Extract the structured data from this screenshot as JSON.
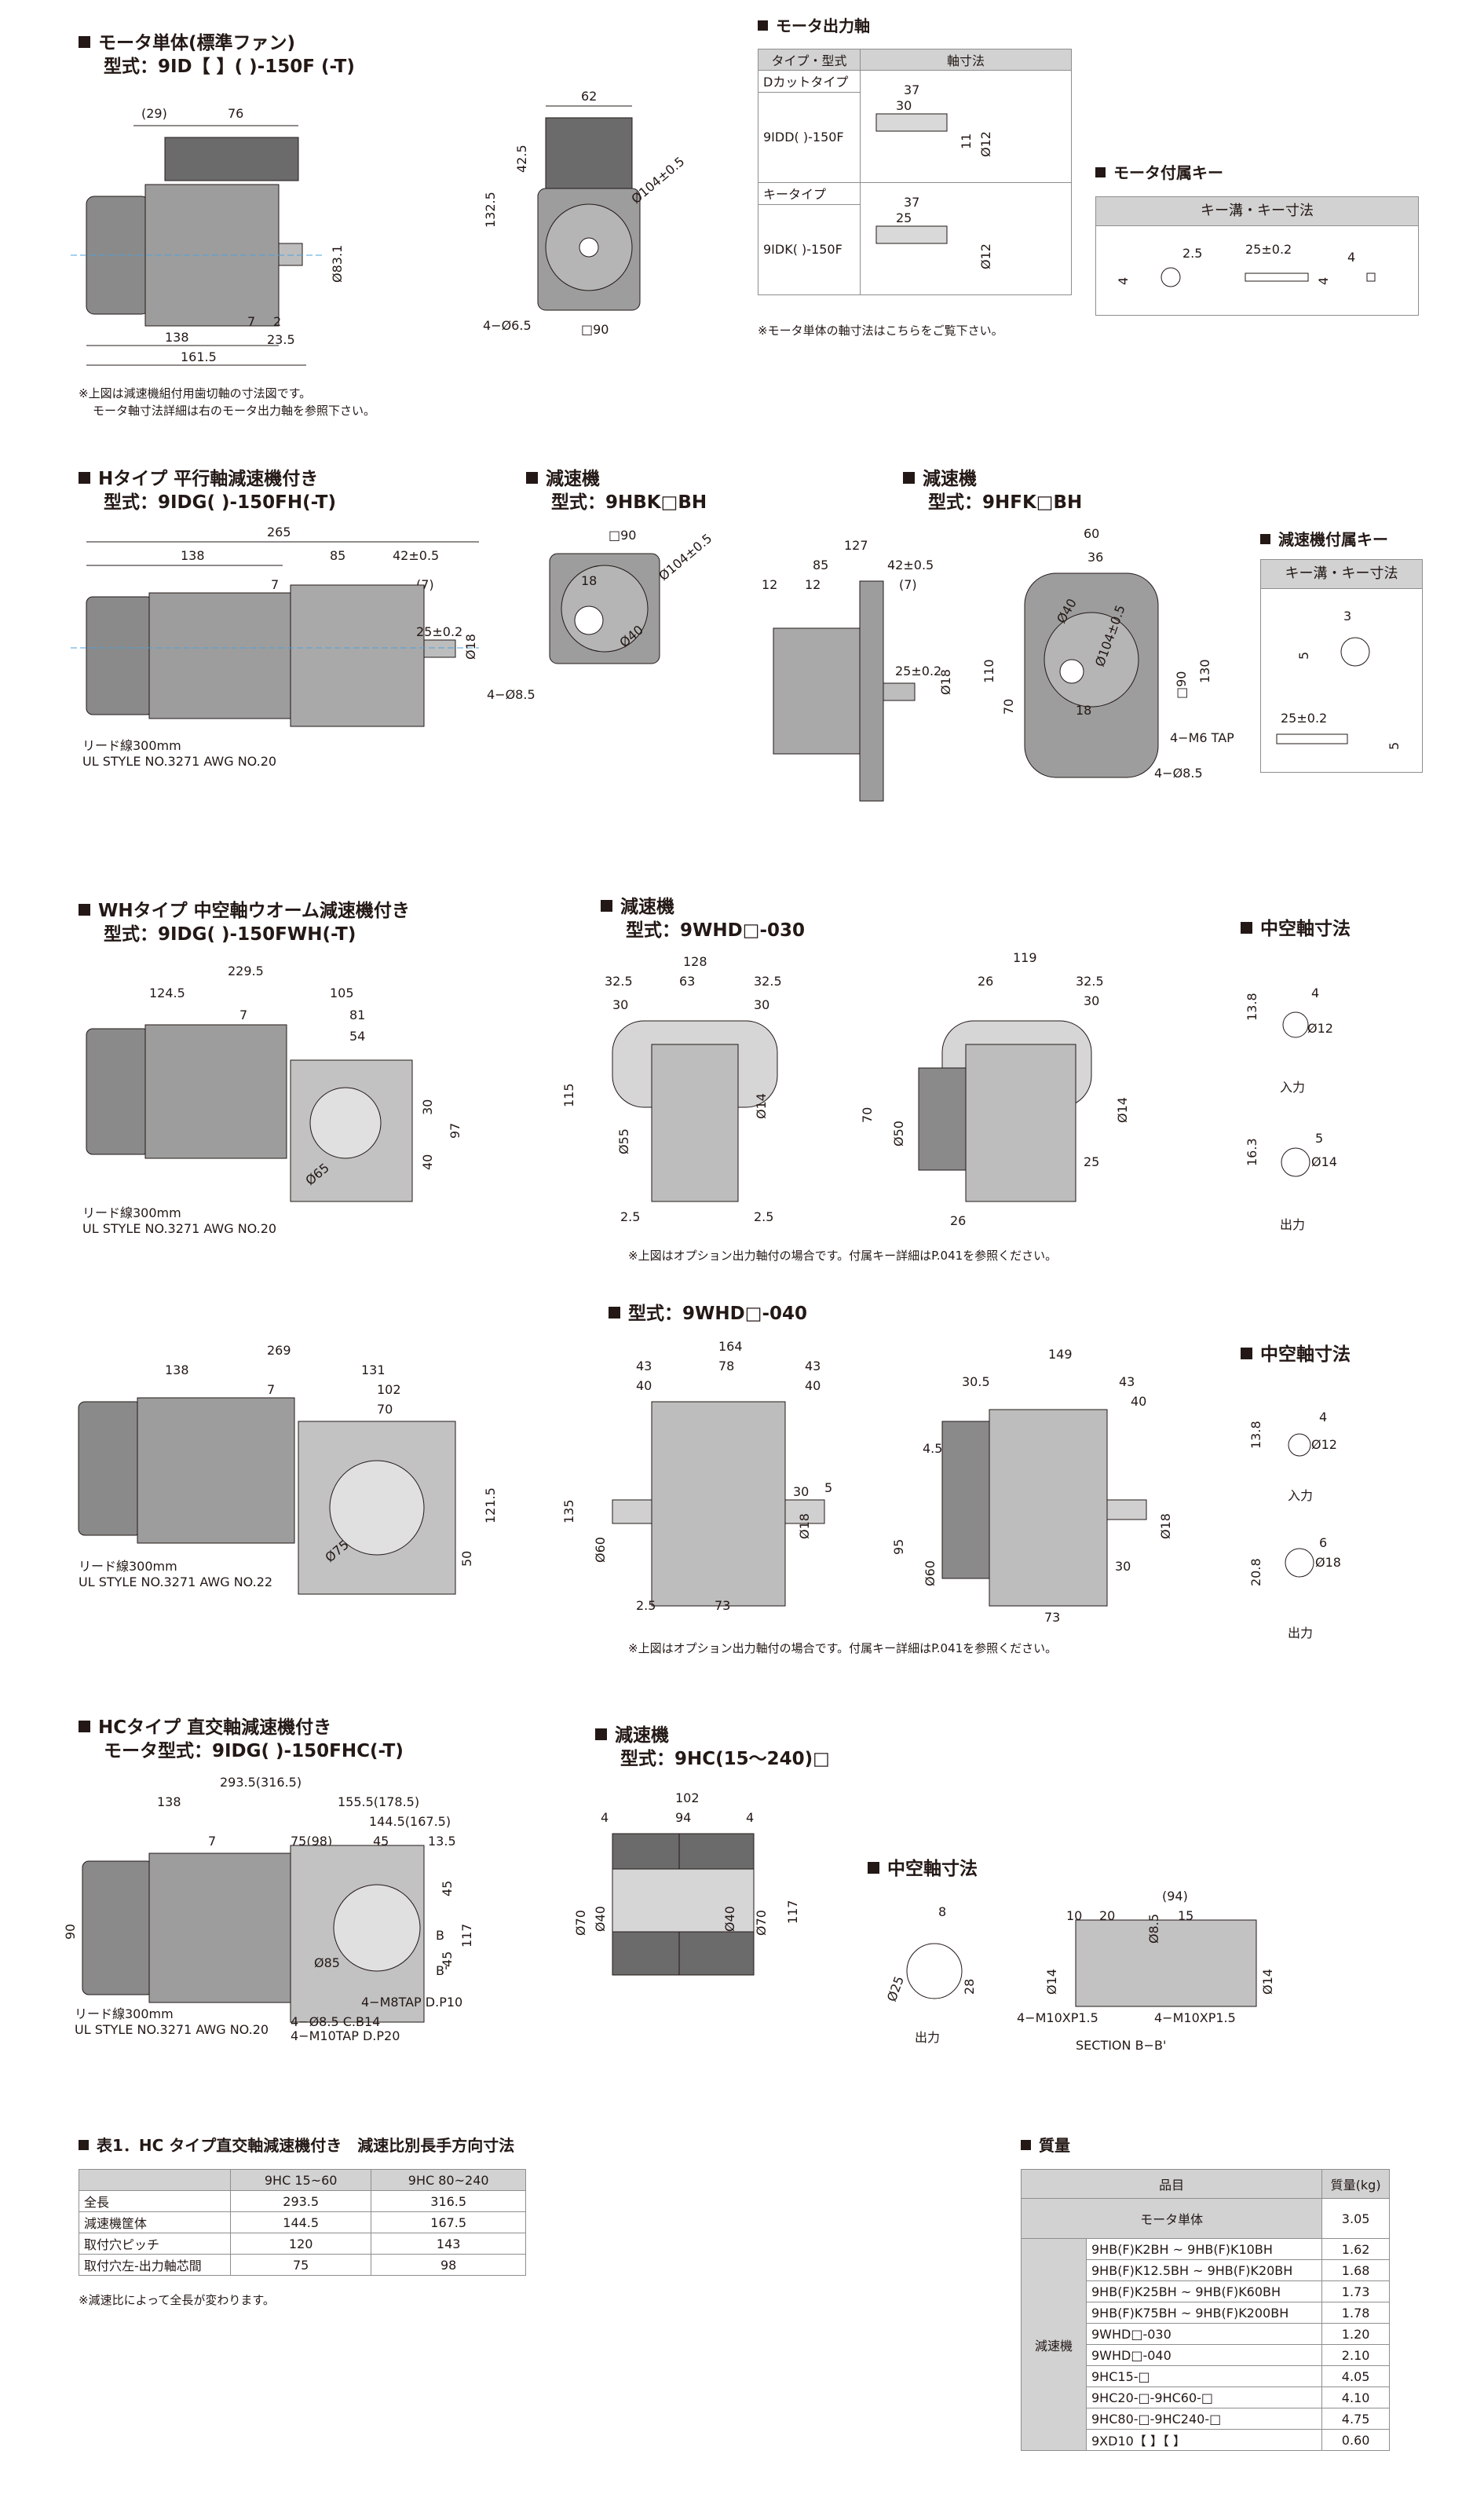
{
  "sec_motor": {
    "title": "モータ単体(標準ファン)",
    "model": "型式：9ID【 】( )-150F (-T)"
  },
  "motor_dims": {
    "d29": "(29)",
    "d76": "76",
    "d62": "62",
    "d425": "42.5",
    "d1325": "132.5",
    "d104": "Ø104±0.5",
    "d138": "138",
    "d1615": "161.5",
    "d7": "7",
    "d2": "2",
    "d235": "23.5",
    "d83": "Ø83.1",
    "d4_65": "4−Ø6.5",
    "d90": "□90"
  },
  "motor_note": [
    "※上図は減速機組付用歯切軸の寸法図です。",
    "モータ軸寸法詳細は右のモータ出力軸を参照下さい。"
  ],
  "sec_shaft": {
    "title": "モータ出力軸"
  },
  "shaft_table": {
    "col1": "タイプ・型式",
    "col2": "軸寸法",
    "row1_type": "Dカットタイプ",
    "row1_model": "9IDD( )-150F",
    "row2_type": "キータイプ",
    "row2_model": "9IDK( )-150F",
    "d37a": "37",
    "d30": "30",
    "d11": "11",
    "d12a": "Ø12",
    "d37b": "37",
    "d25": "25",
    "d12b": "Ø12"
  },
  "shaft_note": "※モータ単体の軸寸法はこちらをご覧下さい。",
  "sec_motorkey": {
    "title": "モータ付属キー",
    "header": "キー溝・キー寸法",
    "d4": "4",
    "d25": "2.5",
    "d25_2": "25±0.2",
    "d4b": "4",
    "d4c": "4"
  },
  "sec_h": {
    "title": "Hタイプ 平行軸減速機付き",
    "model": "型式：9IDG( )-150FH(-T)"
  },
  "h_dims": {
    "d265": "265",
    "d138": "138",
    "d85": "85",
    "d42": "42±0.5",
    "d7": "7",
    "d7b": "(7)",
    "d25": "25±0.2",
    "d18": "Ø18",
    "lead1": "リード線300mm",
    "lead2": "UL STYLE NO.3271 AWG NO.20"
  },
  "sec_hbk": {
    "title": "減速機",
    "model": "型式：9HBK□BH",
    "d90": "□90",
    "d104": "Ø104±0.5",
    "d18": "18",
    "d40": "Ø40",
    "d4_85": "4−Ø8.5"
  },
  "sec_hfk": {
    "title": "減速機",
    "model": "型式：9HFK□BH",
    "d127": "127",
    "d85": "85",
    "d42": "42±0.5",
    "d12a": "12",
    "d12b": "12",
    "d7": "(7)",
    "d25": "25±0.2",
    "d18": "Ø18",
    "d60": "60",
    "d36": "36",
    "d40": "Ø40",
    "d104": "Ø104±0.5",
    "d110": "110",
    "d70": "70",
    "d90": "□90",
    "d130": "130",
    "d18b": "18",
    "dtap": "4−M6 TAP",
    "d85b": "4−Ø8.5"
  },
  "sec_hkey": {
    "title": "減速機付属キー",
    "header": "キー溝・キー寸法",
    "d3": "3",
    "d5": "5",
    "d25": "25±0.2",
    "d5b": "5"
  },
  "sec_wh": {
    "title": "WHタイプ 中空軸ウオーム減速機付き",
    "model": "型式：9IDG( )-150FWH(-T)"
  },
  "wh_dims": {
    "d2295": "229.5",
    "d1245": "124.5",
    "d105": "105",
    "d7": "7",
    "d81": "81",
    "d54": "54",
    "d30": "30",
    "d97": "97",
    "d40": "40",
    "d65": "Ø65",
    "lead1": "リード線300mm",
    "lead2": "UL STYLE NO.3271 AWG NO.20"
  },
  "sec_whd030": {
    "title": "減速機",
    "model": "型式：9WHD□-030",
    "d128": "128",
    "d325a": "32.5",
    "d63": "63",
    "d325b": "32.5",
    "d30a": "30",
    "d30b": "30",
    "d115": "115",
    "d55": "Ø55",
    "d14": "Ø14",
    "d25a": "2.5",
    "d25b": "2.5",
    "d119": "119",
    "d26": "26",
    "d325c": "32.5",
    "d30c": "30",
    "d70": "70",
    "d50": "Ø50",
    "d14b": "Ø14",
    "d26b": "26",
    "d25c": "25"
  },
  "wh030_note": "※上図はオプション出力軸付の場合です。付属キー詳細はP.041を参照ください。",
  "sec_hollow1": {
    "title": "中空軸寸法",
    "d138": "13.8",
    "d4": "4",
    "d12": "Ø12",
    "in": "入力",
    "d163": "16.3",
    "d5": "5",
    "d14": "Ø14",
    "out": "出力"
  },
  "sec_whd040": {
    "model": "型式：9WHD□-040"
  },
  "wh40_dims": {
    "d269": "269",
    "d138": "138",
    "d131": "131",
    "d7": "7",
    "d102": "102",
    "d70": "70",
    "d1215": "121.5",
    "d50": "50",
    "d75": "Ø75",
    "lead1": "リード線300mm",
    "lead2": "UL STYLE NO.3271 AWG NO.22"
  },
  "whd040_dims": {
    "d164": "164",
    "d43a": "43",
    "d78": "78",
    "d43b": "43",
    "d40a": "40",
    "d40b": "40",
    "d135": "135",
    "d60": "Ø60",
    "d30": "30",
    "d18": "Ø18",
    "d5": "5",
    "d25": "2.5",
    "d73": "73",
    "d149": "149",
    "d305": "30.5",
    "d43c": "43",
    "d40c": "40",
    "d45": "4.5",
    "d95": "95",
    "d60b": "Ø60",
    "d18b": "Ø18",
    "d30b": "30",
    "d73b": "73"
  },
  "wh040_note": "※上図はオプション出力軸付の場合です。付属キー詳細はP.041を参照ください。",
  "sec_hollow2": {
    "title": "中空軸寸法",
    "d138": "13.8",
    "d4": "4",
    "d12": "Ø12",
    "in": "入力",
    "d208": "20.8",
    "d6": "6",
    "d18": "Ø18",
    "out": "出力"
  },
  "sec_hc": {
    "title": "HCタイプ 直交軸減速機付き",
    "model": "モータ型式：9IDG( )-150FHC(-T)"
  },
  "hc_dims": {
    "d2935": "293.5(316.5)",
    "d138": "138",
    "d1555": "155.5(178.5)",
    "d1445": "144.5(167.5)",
    "d7": "7",
    "d75": "75(98)",
    "d45a": "45",
    "d135": "13.5",
    "d90": "90",
    "d45b": "45",
    "d117": "117",
    "d45c": "45",
    "d85": "Ø85",
    "dB": "B",
    "dB2": "B'",
    "tap1": "4−M8TAP D.P10",
    "tap2": "4−Ø8.5 C.B14",
    "tap3": "4−M10TAP D.P20",
    "lead1": "リード線300mm",
    "lead2": "UL STYLE NO.3271 AWG NO.20"
  },
  "sec_hcgear": {
    "title": "減速機",
    "model": "型式：9HC(15〜240)□",
    "d102": "102",
    "d4a": "4",
    "d94": "94",
    "d4b": "4",
    "d70a": "Ø70",
    "d40a": "Ø40",
    "d40b": "Ø40",
    "d70b": "Ø70",
    "d117": "117"
  },
  "sec_hollow3": {
    "title": "中空軸寸法",
    "d8": "8",
    "d25": "Ø25",
    "d28": "28",
    "out": "出力",
    "d94": "(94)",
    "d10": "10",
    "d20": "20",
    "d85": "Ø8.5",
    "d15": "15",
    "d14a": "Ø14",
    "d14b": "Ø14",
    "tap1": "4−M10XP1.5",
    "tap2": "4−M10XP1.5",
    "section": "SECTION B−B'"
  },
  "table1": {
    "title": "表1．HC タイプ直交軸減速機付き　減速比別長手方向寸法",
    "headers": [
      "",
      "9HC 15~60",
      "9HC 80~240"
    ],
    "rows": [
      [
        "全長",
        "293.5",
        "316.5"
      ],
      [
        "減速機筐体",
        "144.5",
        "167.5"
      ],
      [
        "取付穴ピッチ",
        "120",
        "143"
      ],
      [
        "取付穴左-出力軸芯間",
        "75",
        "98"
      ]
    ],
    "note": "※減速比によって全長が変わります。"
  },
  "mass": {
    "title": "質量",
    "headers": [
      "品目",
      "質量(kg)"
    ],
    "motor_label": "モータ単体",
    "motor_val": "3.05",
    "group_label": "減速機",
    "rows": [
      [
        "9HB(F)K2BH ~ 9HB(F)K10BH",
        "1.62"
      ],
      [
        "9HB(F)K12.5BH ~ 9HB(F)K20BH",
        "1.68"
      ],
      [
        "9HB(F)K25BH ~ 9HB(F)K60BH",
        "1.73"
      ],
      [
        "9HB(F)K75BH ~ 9HB(F)K200BH",
        "1.78"
      ],
      [
        "9WHD□-030",
        "1.20"
      ],
      [
        "9WHD□-040",
        "2.10"
      ],
      [
        "9HC15-□",
        "4.05"
      ],
      [
        "9HC20-□-9HC60-□",
        "4.10"
      ],
      [
        "9HC80-□-9HC240-□",
        "4.75"
      ],
      [
        "9XD10【 】【 】",
        "0.60"
      ]
    ]
  }
}
